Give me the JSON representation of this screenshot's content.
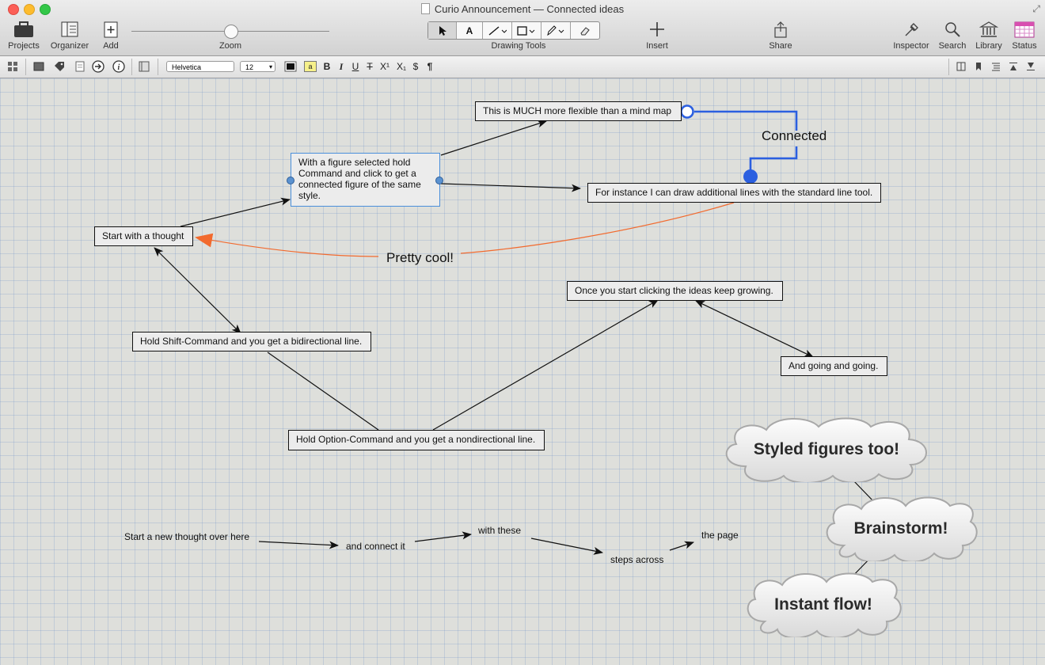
{
  "window": {
    "title": "Curio Announcement — Connected ideas"
  },
  "toolbar": {
    "projects": "Projects",
    "organizer": "Organizer",
    "add": "Add",
    "zoom": "Zoom",
    "drawing_tools": "Drawing Tools",
    "text_tool": "A",
    "insert": "Insert",
    "share": "Share",
    "inspector": "Inspector",
    "search": "Search",
    "library": "Library",
    "status": "Status"
  },
  "format_bar": {
    "font": "Helvetica",
    "size": "12",
    "highlight": "a",
    "bold": "B",
    "italic": "I",
    "underline": "U",
    "strike": "T",
    "superscript": "X¹",
    "subscript": "X₁",
    "dollar": "$",
    "pilcrow": "¶"
  },
  "canvas": {
    "figures": {
      "start_thought": "Start with a thought",
      "selected_figure": "With a figure selected hold Command and click to get a connected figure of the same style.",
      "much_more": "This is MUCH more flexible than a mind map",
      "for_instance": "For instance I can draw additional lines with the standard line tool.",
      "pretty_cool": "Pretty cool!",
      "connected": "Connected",
      "shift_command": "Hold Shift-Command and you get a bidirectional line.",
      "option_command": "Hold Option-Command and you get a nondirectional line.",
      "once_you_start": "Once you start clicking the ideas keep growing.",
      "going": "And going and going.",
      "new_thought": "Start a new thought over here",
      "connect_it": "and connect it",
      "with_these": "with these",
      "steps_across": "steps across",
      "the_page": "the page"
    },
    "clouds": {
      "styled": "Styled figures too!",
      "brainstorm": "Brainstorm!",
      "instant": "Instant flow!"
    }
  },
  "colors": {
    "accent_blue": "#2b5fe0",
    "orange": "#f26a2e",
    "selection": "#4a8fdb",
    "calendar": "#d84fb0"
  }
}
